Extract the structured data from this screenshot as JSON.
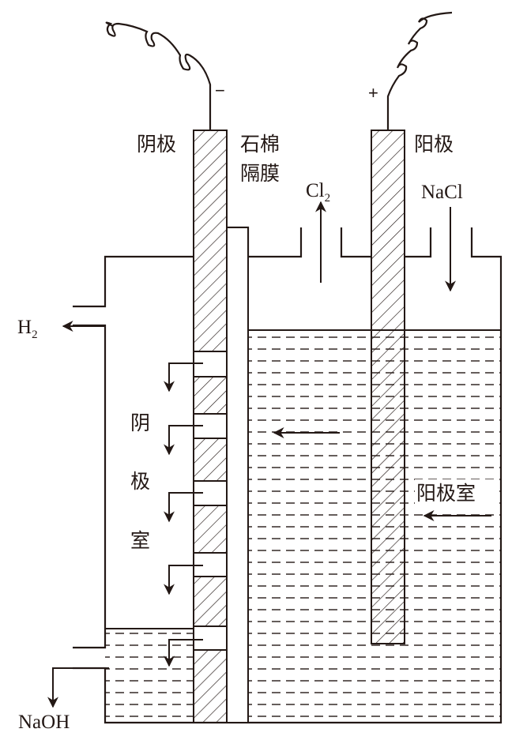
{
  "title": "氯碱工业电解槽示意图",
  "colors": {
    "stroke": "#231815",
    "background": "#ffffff"
  },
  "electrodes": {
    "cathode": {
      "label": "阴极",
      "sign": "−"
    },
    "anode": {
      "label": "阳极",
      "sign": "+"
    }
  },
  "membrane": {
    "label_line1": "石棉",
    "label_line2": "隔膜"
  },
  "chambers": {
    "cathode_chamber": {
      "chars": [
        "阴",
        "极",
        "室"
      ]
    },
    "anode_chamber": {
      "label": "阳极室"
    }
  },
  "species": {
    "cl2": {
      "main": "Cl",
      "sub": "2"
    },
    "h2": {
      "main": "H",
      "sub": "2"
    },
    "nacl": "NaCl",
    "naoh": "NaOH"
  }
}
